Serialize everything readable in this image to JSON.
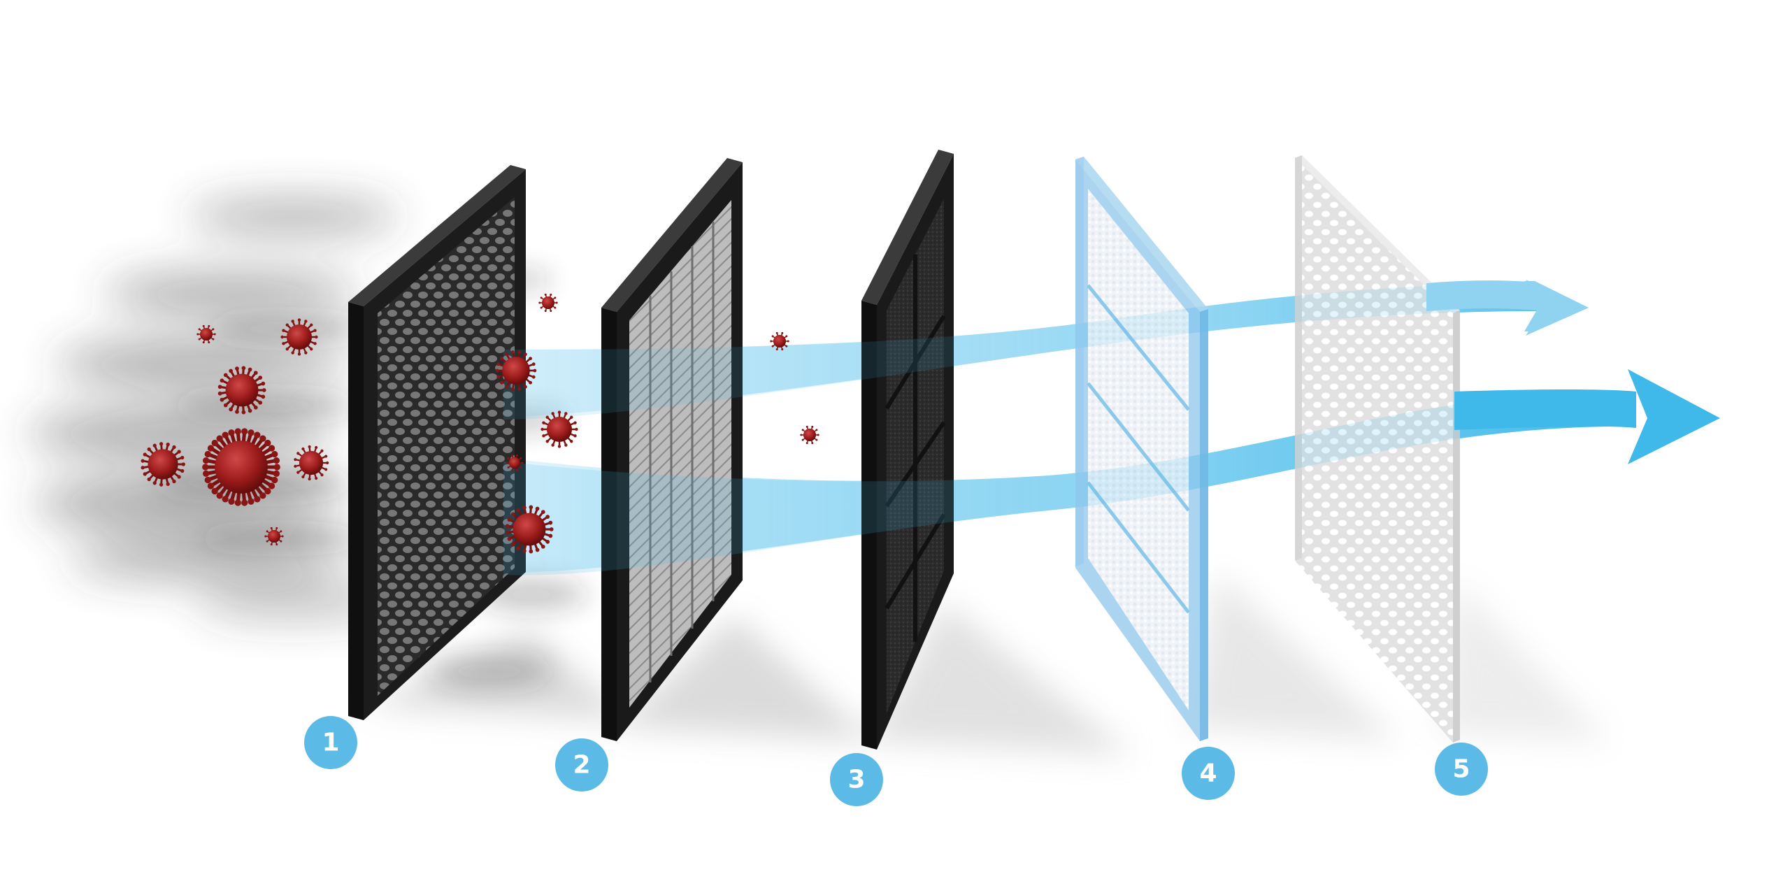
{
  "diagram": {
    "colors": {
      "background": "#ffffff",
      "badge": "#5bbbe6",
      "badge_text": "#ffffff",
      "airflow": "#3fb8ea",
      "virus": "#9a1a1a",
      "smoke": "#3a3a3a",
      "frame_dark": "#1c1c1c",
      "frame_blue": "#8cc8ea",
      "frame_white": "#d8d8d8"
    },
    "filters": [
      {
        "id": 1,
        "label": "1",
        "kind": "black-honeycomb-mesh"
      },
      {
        "id": 2,
        "label": "2",
        "kind": "grey-pleated-hepa"
      },
      {
        "id": 3,
        "label": "3",
        "kind": "black-activated-carbon"
      },
      {
        "id": 4,
        "label": "4",
        "kind": "blue-white-cotton"
      },
      {
        "id": 5,
        "label": "5",
        "kind": "white-perforated-mesh"
      }
    ],
    "airflow_arrows": 2,
    "icons": [
      "virus-icon",
      "smoke-icon",
      "arrow-right-icon"
    ]
  }
}
